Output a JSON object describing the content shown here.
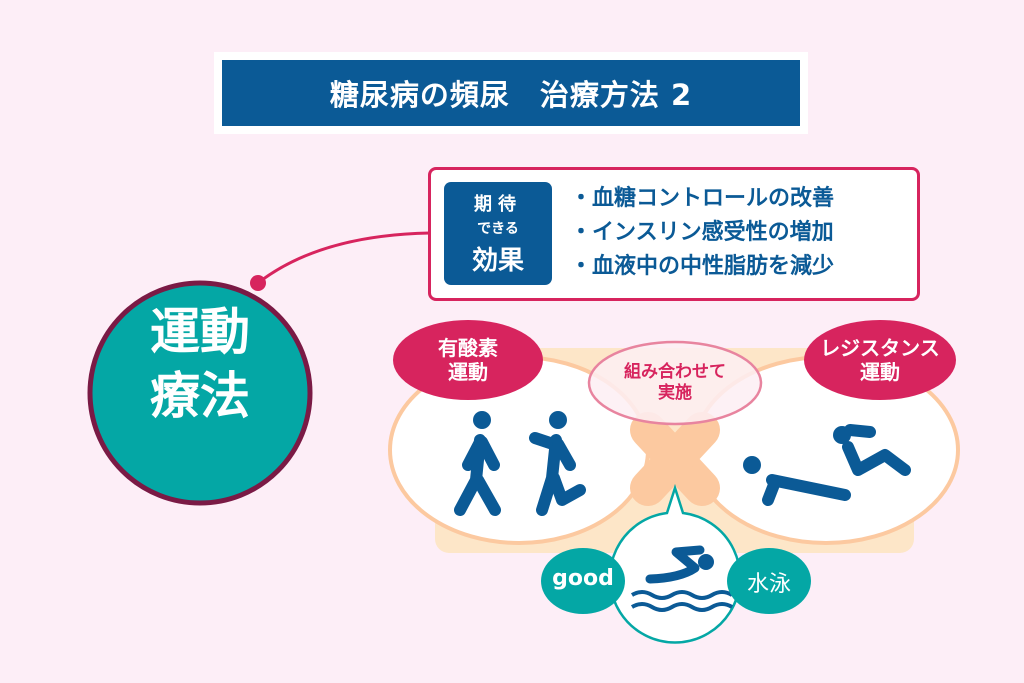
{
  "title": "糖尿病の頻尿　治療方法 2",
  "main_topic": {
    "line1": "運動",
    "line2": "療法"
  },
  "effects": {
    "label": {
      "line1": "期待",
      "line2": "できる",
      "line3": "効果"
    },
    "items": [
      "血糖コントロールの改善",
      "インスリン感受性の増加",
      "血液中の中性脂肪を減少"
    ]
  },
  "exercise": {
    "aerobic": {
      "line1": "有酸素",
      "line2": "運動",
      "icons": [
        "walking-person-icon",
        "running-person-icon"
      ]
    },
    "resistance": {
      "line1": "レジスタンス",
      "line2": "運動",
      "icons": [
        "push-up-icon",
        "sit-up-icon"
      ]
    },
    "combine": {
      "line1": "組み合わせて",
      "line2": "実施"
    },
    "recommended": {
      "badge": "good",
      "name": "水泳",
      "icon": "swimmer-icon"
    }
  },
  "colors": {
    "background": "#fdeef7",
    "navy": "#0b5a96",
    "pink": "#d7245e",
    "teal": "#04a7a5",
    "peach": "#fcc9a0",
    "beige": "#fde6c8",
    "maroon": "#7a1a45"
  }
}
